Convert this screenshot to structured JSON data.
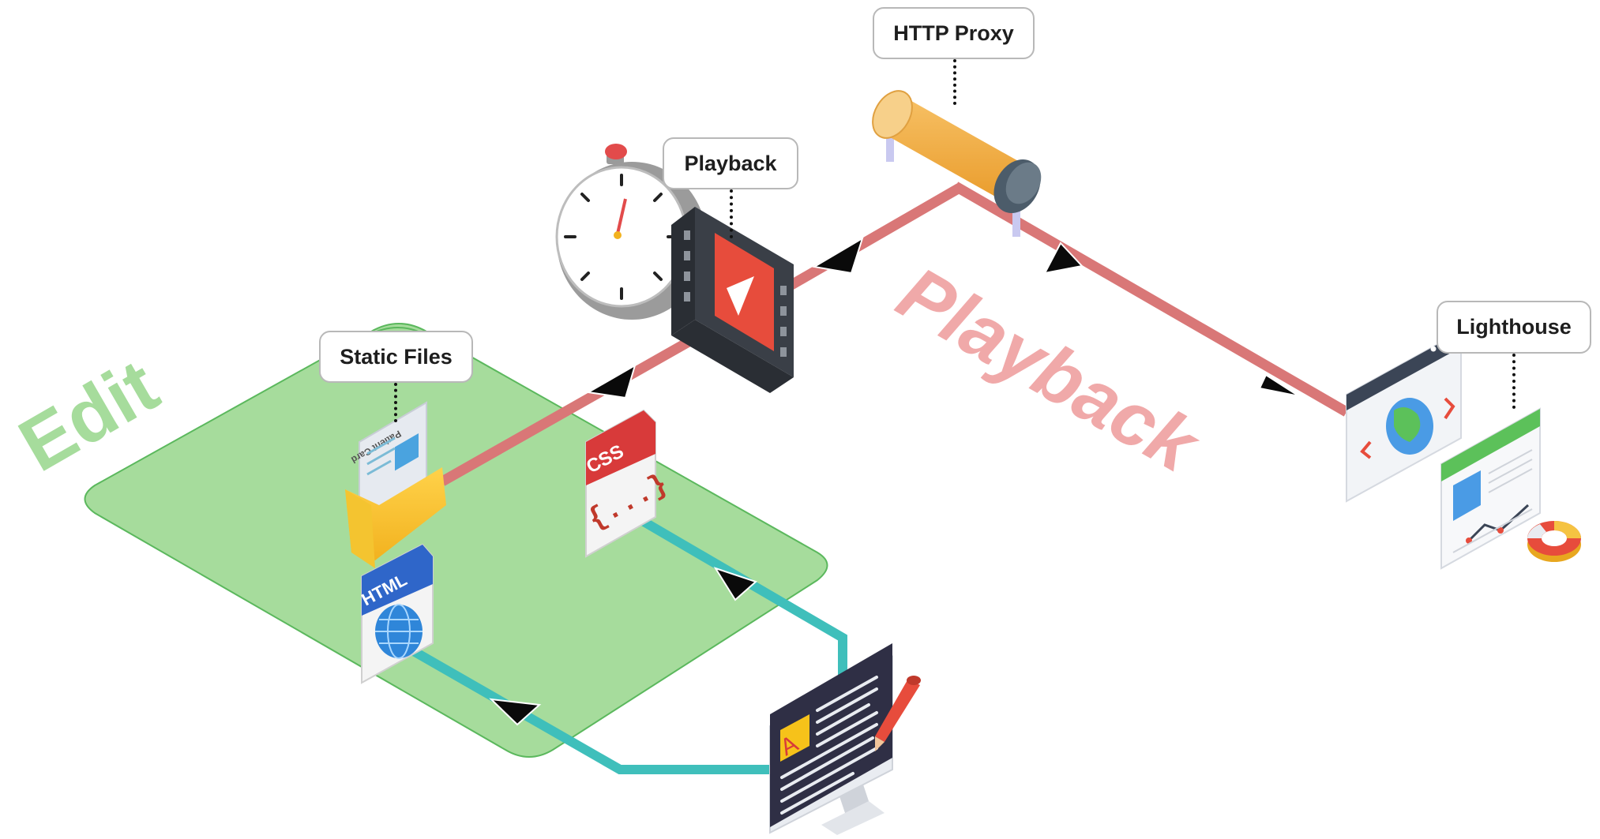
{
  "labels": {
    "edit_zone": "Edit",
    "playback_zone": "Playback",
    "static_files": "Static Files",
    "playback": "Playback",
    "http_proxy": "HTTP Proxy",
    "lighthouse": "Lighthouse"
  },
  "icons": {
    "folder_document_title": "Patient Card",
    "css_file": "CSS",
    "css_braces": "{...}",
    "html_file": "HTML",
    "editor_letter": "A"
  },
  "colors": {
    "edit_zone": "#a6dc9c",
    "edit_label": "#a6dc9c",
    "playback_label": "#f0a9a9",
    "playback_flow": "#d97777",
    "edit_flow": "#3fbfbb",
    "arrowhead": "#0a0a0a"
  }
}
